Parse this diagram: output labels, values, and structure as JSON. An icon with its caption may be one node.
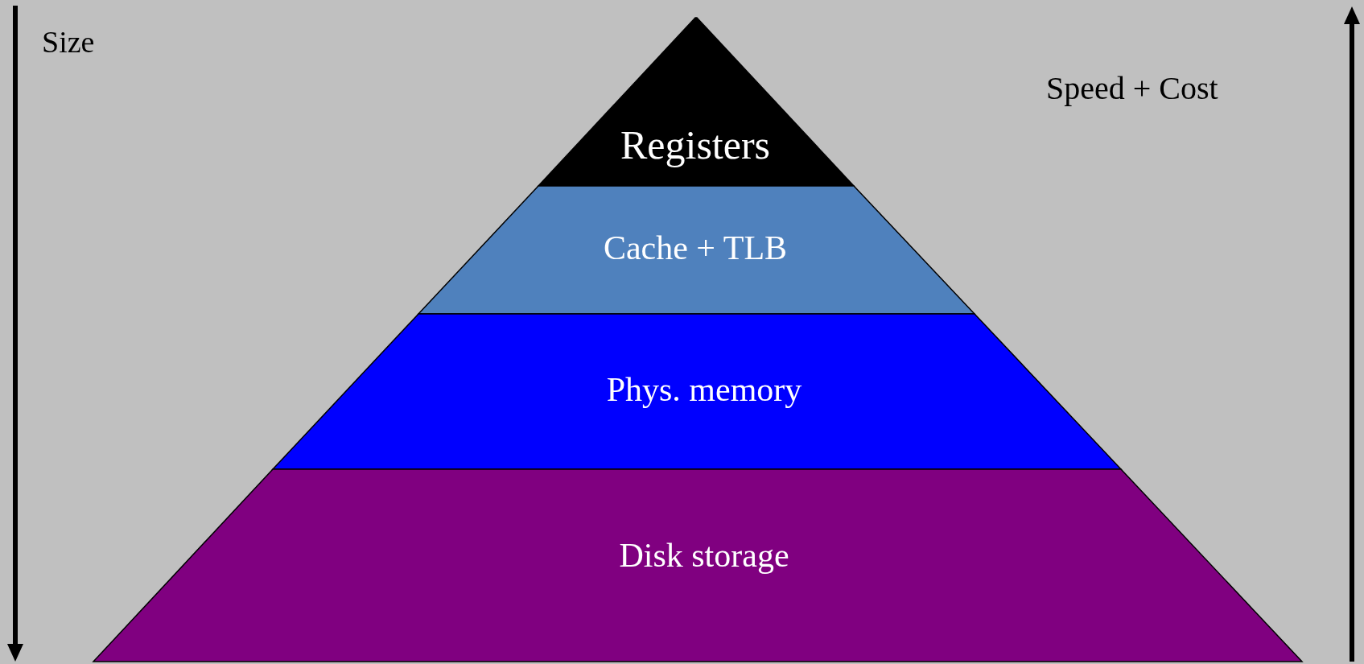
{
  "diagram": {
    "nodes": [
      {
        "text": [
          "Registers"
        ]
      },
      {
        "text": [
          "Cache + TLB"
        ]
      },
      {
        "text": [
          "Phys. memory"
        ]
      },
      {
        "text": [
          "Disk storage"
        ]
      }
    ],
    "labels": [
      "Size",
      "Speed + Cost"
    ]
  }
}
